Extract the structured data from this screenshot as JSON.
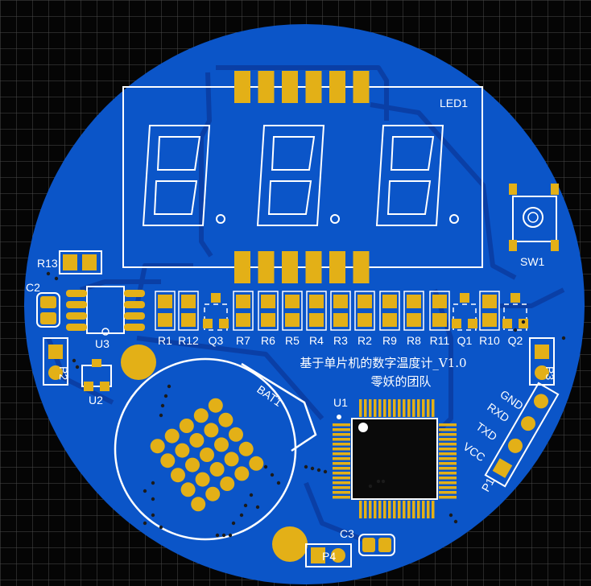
{
  "colors": {
    "background": "#050505",
    "grid": "#4a4a4a",
    "board": "#0b55c8",
    "copper_dark": "#0a3fa6",
    "pad": "#e3b017",
    "silkscreen": "#ffffff",
    "chip": "#0a0a0a"
  },
  "labels": {
    "led1": "LED1",
    "sw1": "SW1",
    "r13": "R13",
    "c2": "C2",
    "u3": "U3",
    "u2": "U2",
    "p2": "P2",
    "p3": "P3",
    "bat1": "BAT1",
    "u1": "U1",
    "c3": "C3",
    "p4": "P4",
    "p1": "P1",
    "gnd": "GND",
    "rxd": "RXD",
    "txd": "TXD",
    "vcc": "VCC"
  },
  "row_labels": [
    "R1",
    "R12",
    "Q3",
    "R7",
    "R6",
    "R5",
    "R4",
    "R3",
    "R2",
    "R9",
    "R8",
    "R11",
    "Q1",
    "R10",
    "Q2"
  ],
  "title_line1": "基于单片机的数字温度计_V1.0",
  "title_line2": "零妖的团队",
  "icons": {
    "display": "seven-segment-display-icon",
    "button": "tactile-switch-icon",
    "chip": "qfp-chip-icon",
    "battery": "coin-battery-icon"
  }
}
